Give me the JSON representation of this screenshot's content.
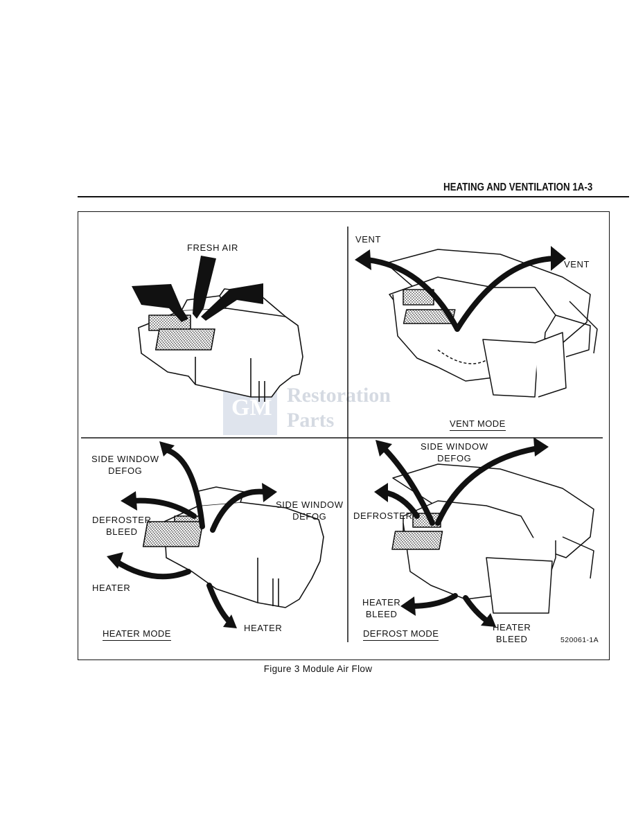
{
  "header": {
    "title": "HEATING AND VENTILATION  1A-3"
  },
  "watermark": {
    "logo": "GM",
    "line1": "Restoration",
    "line2": "Parts"
  },
  "panels": {
    "fresh_air": {
      "label": "FRESH AIR"
    },
    "vent": {
      "label_left": "VENT",
      "label_right": "VENT",
      "mode": "VENT MODE"
    },
    "heater": {
      "side_window_left": "SIDE WINDOW\nDEFOG",
      "side_window_right": "SIDE WINDOW\nDEFOG",
      "defroster_bleed": "DEFROSTER\nBLEED",
      "heater_left": "HEATER",
      "heater_bottom": "HEATER",
      "mode": "HEATER MODE"
    },
    "defrost": {
      "side_window": "SIDE WINDOW\nDEFOG",
      "defroster": "DEFROSTER",
      "heater_bleed_left": "HEATER\nBLEED",
      "heater_bleed_right": "HEATER\nBLEED",
      "mode": "DEFROST MODE"
    }
  },
  "figure_code": "520061-1A",
  "caption": "Figure 3 Module Air Flow"
}
